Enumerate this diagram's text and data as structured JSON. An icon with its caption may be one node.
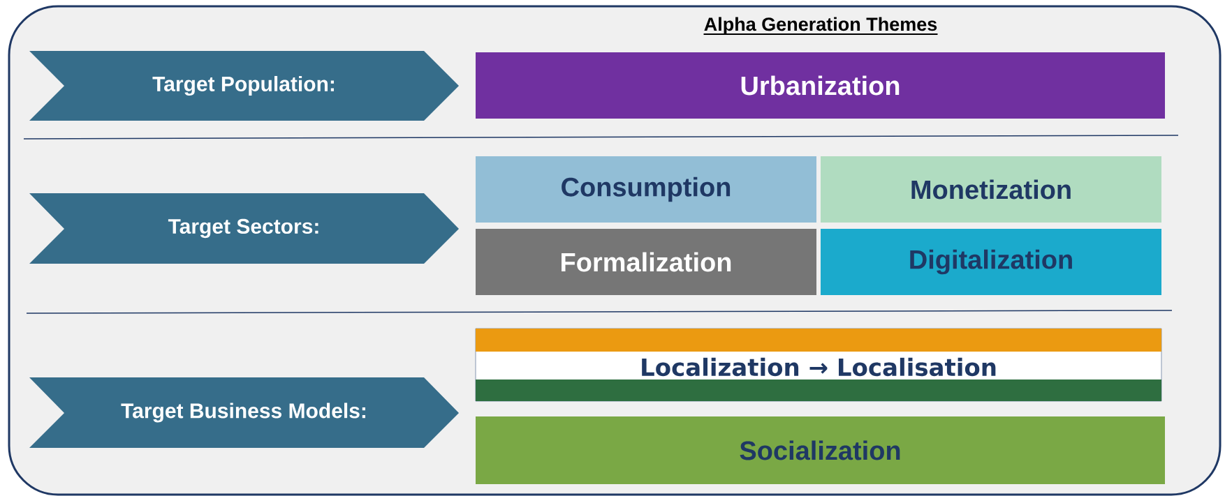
{
  "diagram": {
    "title": "Alpha Generation Themes",
    "nodes": [
      {
        "text": [
          "Target Population:"
        ]
      },
      {
        "text": [
          "Urbanization"
        ]
      },
      {
        "text": [
          "Target Sectors:"
        ]
      },
      {
        "text": [
          "Consumption"
        ]
      },
      {
        "text": [
          "Monetization"
        ]
      },
      {
        "text": [
          "Formalization"
        ]
      },
      {
        "text": [
          "Digitalization"
        ]
      },
      {
        "text": [
          "Target Business Models:"
        ]
      },
      {
        "text": [
          "Localization → Localisation"
        ]
      },
      {
        "text": [
          "Socialization"
        ]
      }
    ]
  }
}
